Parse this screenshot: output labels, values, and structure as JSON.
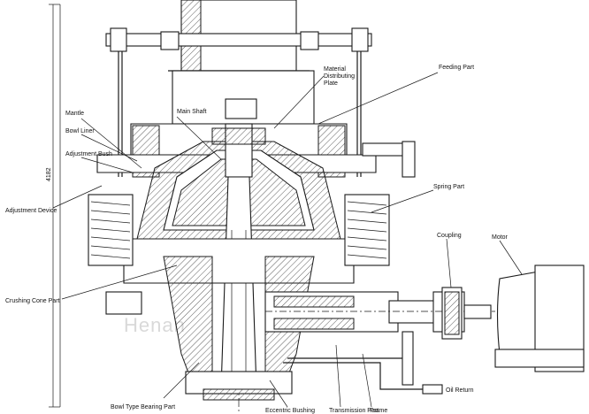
{
  "labels": {
    "material_distributing_plate": [
      "Material",
      "Distributing",
      "Plate"
    ],
    "feeding_part": "Feeding Part",
    "mantle": "Mantle",
    "main_shaft": "Main Shaft",
    "bowl_liner": "Bowl Liner",
    "adjustment_bush": "Adjustment Bush",
    "adjustment_device": "Adjustment Device",
    "spring_part": "Spring Part",
    "coupling": "Coupling",
    "motor": "Motor",
    "crushing_cone_part": "Crushing Cone Part",
    "oil_return": "Oil Return",
    "bowl_type_bearing_part": "Bowl Type Bearing Part",
    "eccentric_bushing": "Eccentric Bushing",
    "transmission_part": "Transmission Part",
    "frame": "Frame"
  },
  "dimension_text": "4182",
  "watermark": "Henan"
}
